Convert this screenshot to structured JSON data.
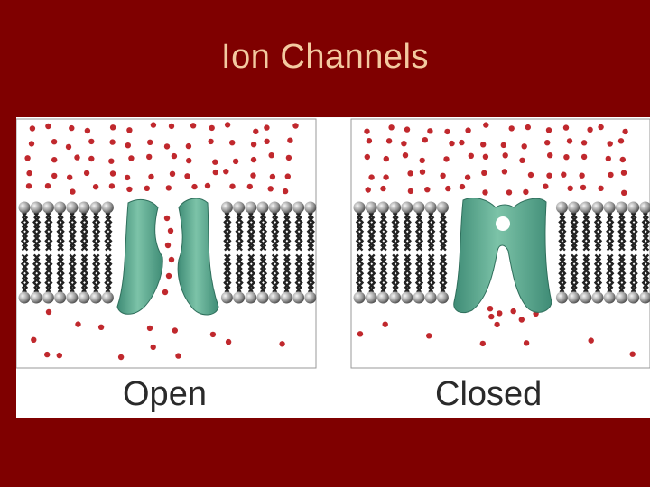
{
  "slide": {
    "title": "Ion Channels"
  },
  "colors": {
    "background": "#7f0000",
    "title": "#f3c9a0",
    "ion": "#c0282d",
    "channel": "#5aa58c",
    "lipid_head": "#8a8a8a",
    "lipid_tail": "#222222"
  },
  "panels": [
    {
      "caption": "Open",
      "state": "open"
    },
    {
      "caption": "Closed",
      "state": "closed"
    }
  ]
}
